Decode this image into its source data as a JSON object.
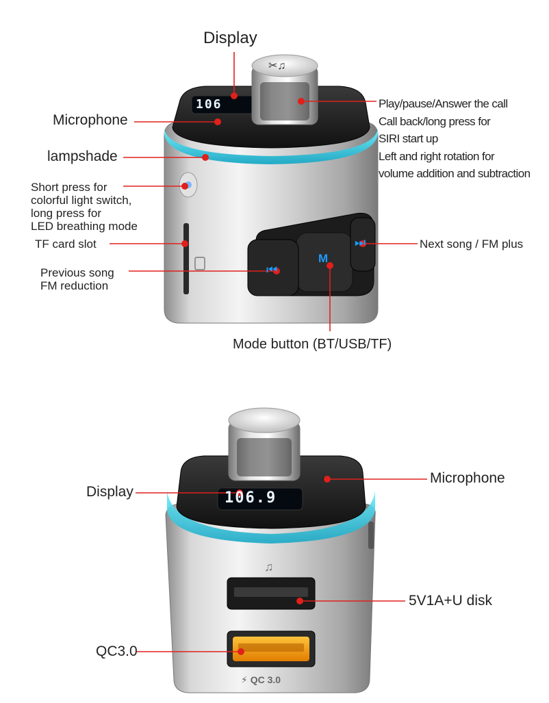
{
  "top": {
    "labels": {
      "display": "Display",
      "microphone": "Microphone",
      "lampshade": "lampshade",
      "light_switch": [
        "Short press for",
        "colorful light switch,",
        "long press for",
        "LED breathing mode"
      ],
      "tf_slot": "TF card slot",
      "previous": [
        "Previous song",
        "FM reduction"
      ],
      "play": [
        "Play/pause/Answer the call",
        "Call back/long press for",
        "SIRI start up",
        "Left and right rotation for",
        "volume addition and subtraction"
      ],
      "next": "Next song / FM plus",
      "mode": "Mode button (BT/USB/TF)"
    },
    "device": {
      "knob_icon": "✂♫",
      "screen_text": "106",
      "mode_glyph": "M",
      "prev_glyph": "⏮",
      "next_glyph": "⏭",
      "sd_icon": "sd-card-icon"
    }
  },
  "bottom": {
    "labels": {
      "display": "Display",
      "microphone": "Microphone",
      "usb": "5V1A+U disk",
      "qc": "QC3.0"
    },
    "device": {
      "screen_text": "106.9",
      "music_icon": "♫",
      "qc_marking": "⚡ QC 3.0"
    }
  },
  "colors": {
    "callout": "#e0201b",
    "glow": "#39d6e8",
    "led_blue": "#1e9bff",
    "qc_orange": "#f5a010"
  }
}
